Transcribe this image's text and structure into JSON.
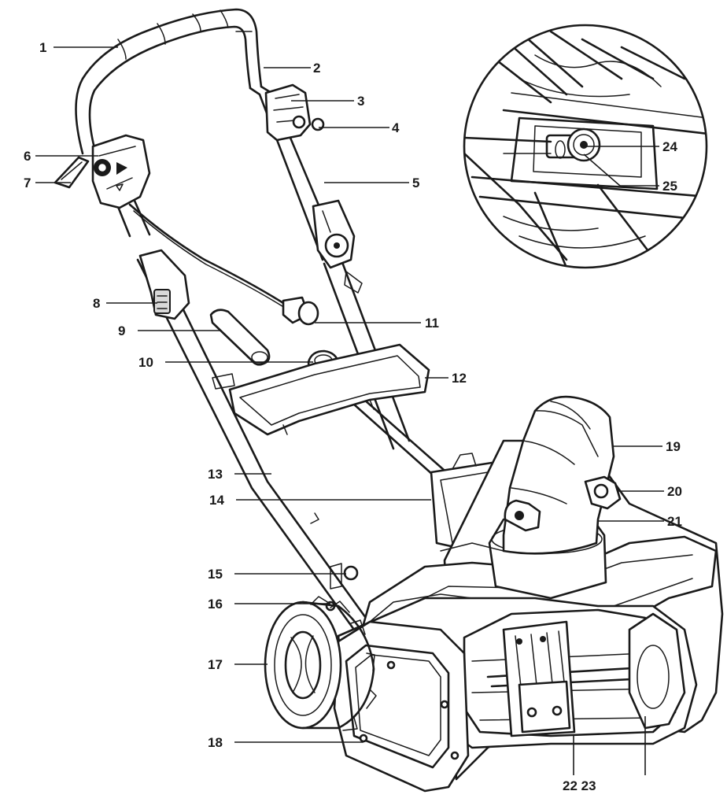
{
  "callouts": [
    {
      "id": "1",
      "text": "1"
    },
    {
      "id": "2",
      "text": "2"
    },
    {
      "id": "3",
      "text": "3"
    },
    {
      "id": "4",
      "text": "4"
    },
    {
      "id": "5",
      "text": "5"
    },
    {
      "id": "6",
      "text": "6"
    },
    {
      "id": "7",
      "text": "7"
    },
    {
      "id": "8",
      "text": "8"
    },
    {
      "id": "9",
      "text": "9"
    },
    {
      "id": "10",
      "text": "10"
    },
    {
      "id": "11",
      "text": "11"
    },
    {
      "id": "12",
      "text": "12"
    },
    {
      "id": "13",
      "text": "13"
    },
    {
      "id": "14",
      "text": "14"
    },
    {
      "id": "15",
      "text": "15"
    },
    {
      "id": "16",
      "text": "16"
    },
    {
      "id": "17",
      "text": "17"
    },
    {
      "id": "18",
      "text": "18"
    },
    {
      "id": "19",
      "text": "19"
    },
    {
      "id": "20",
      "text": "20"
    },
    {
      "id": "21",
      "text": "21"
    },
    {
      "id": "22_23",
      "text": "22 23"
    },
    {
      "id": "24",
      "text": "24"
    },
    {
      "id": "25",
      "text": "25"
    }
  ],
  "colors": {
    "ink": "#1a1a1a",
    "paper": "#ffffff",
    "shade": "#d9d9d9"
  }
}
